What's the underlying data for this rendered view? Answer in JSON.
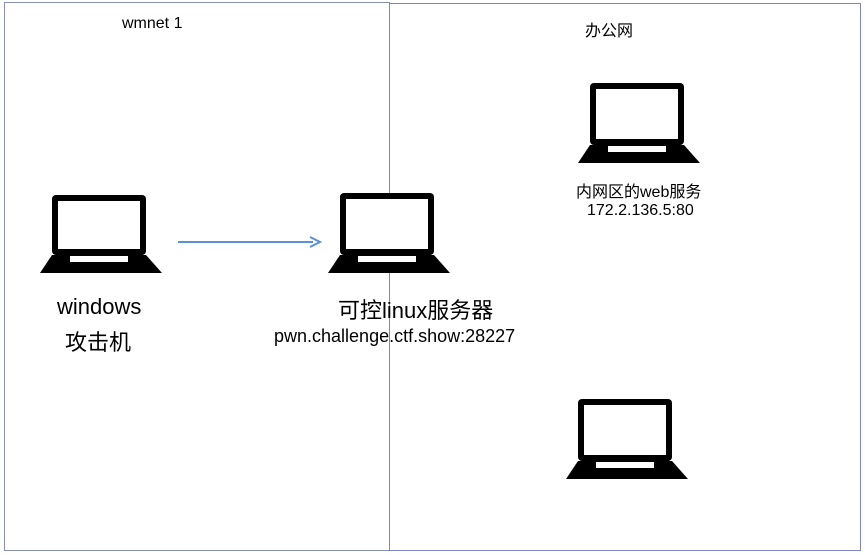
{
  "zones": {
    "left_label": "wmnet 1",
    "right_label": "办公网"
  },
  "nodes": {
    "attacker": {
      "line1": "windows",
      "line2": "攻击机"
    },
    "server": {
      "title": "可控linux服务器",
      "address": "pwn.challenge.ctf.show:28227"
    },
    "web": {
      "title": "内网区的web服务",
      "address": "172.2.136.5:80"
    },
    "bottom": {}
  },
  "colors": {
    "arrow": "#5b8fd8",
    "border": "#8a8fb8",
    "laptop": "#000000"
  },
  "icons": {
    "laptop": "laptop-icon"
  }
}
